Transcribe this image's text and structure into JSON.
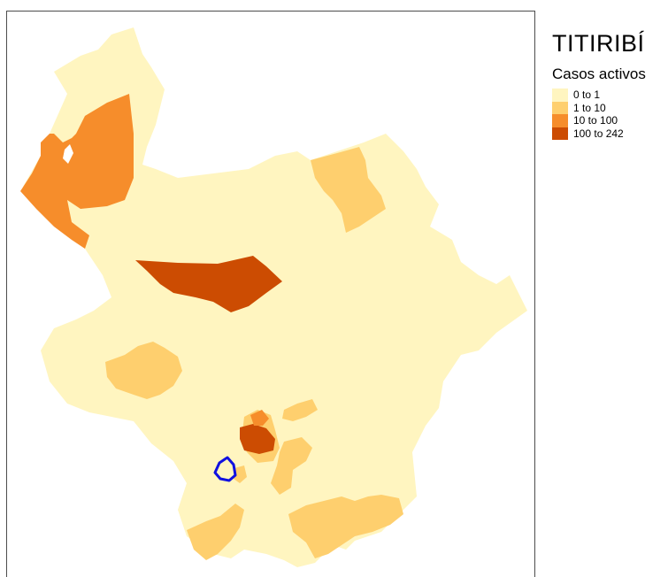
{
  "map": {
    "title": "TITIRIBÍ",
    "legend_title": "Casos activos",
    "classes": [
      {
        "label": "0 to 1",
        "color": "#FFF5C0"
      },
      {
        "label": "1 to 10",
        "color": "#FECF6E"
      },
      {
        "label": "10 to 100",
        "color": "#F68D2B"
      },
      {
        "label": "100 to 242",
        "color": "#CC4C02"
      }
    ],
    "highlight_color": "#1010E0",
    "highlighted_municipality": "TITIRIBÍ"
  }
}
